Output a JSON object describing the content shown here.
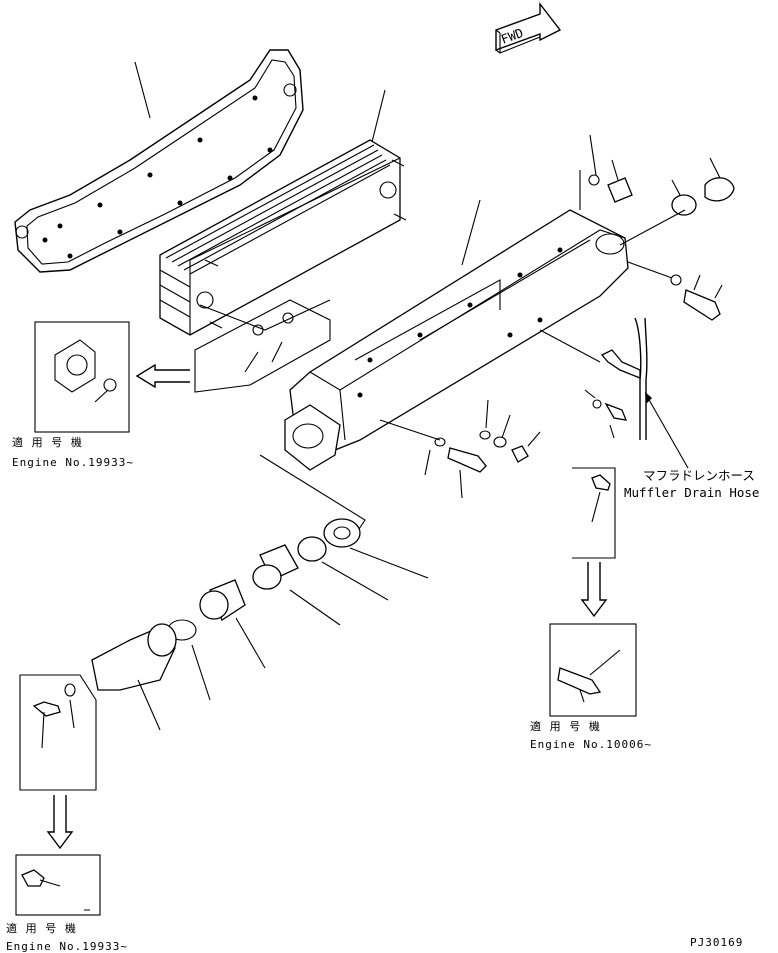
{
  "fwd_label": "FWD",
  "callouts": [
    {
      "id": "top-left",
      "line1": "適 用 号 機",
      "line2": "Engine No.19933~"
    },
    {
      "id": "right",
      "line1": "適 用 号 機",
      "line2": "Engine No.10006~"
    },
    {
      "id": "bottom-left",
      "line1": "適 用 号 機",
      "line2": "Engine No.19933~"
    }
  ],
  "hose_label": {
    "jp": "マフラドレンホース",
    "en": "Muffler Drain Hose"
  },
  "drawing_number": "PJ30169"
}
